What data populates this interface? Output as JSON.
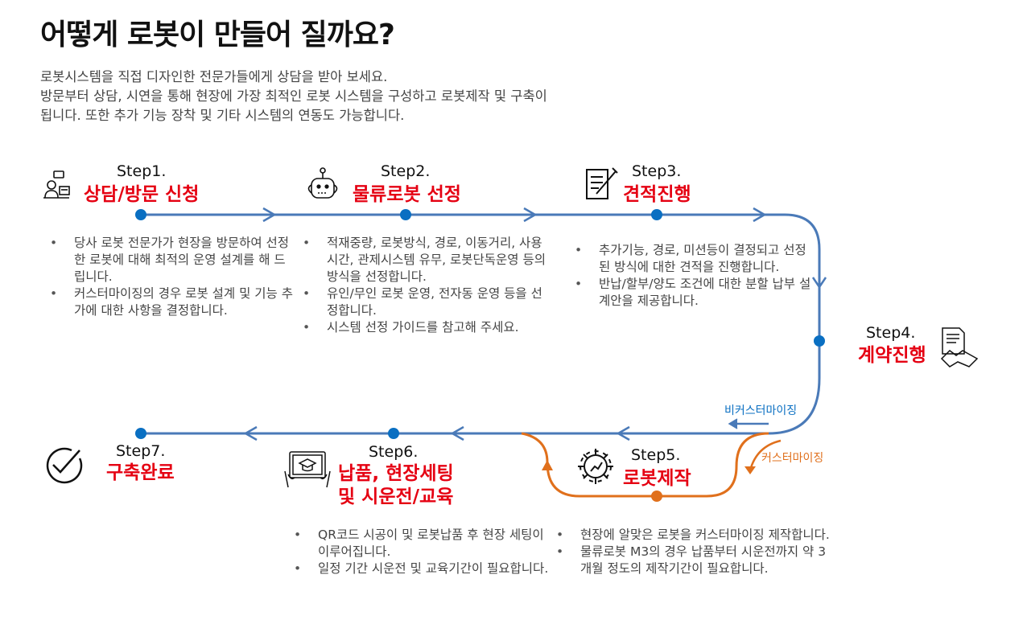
{
  "title": "어떻게 로봇이 만들어 질까요?",
  "intro": [
    "로봇시스템을 직접 디자인한 전문가들에게 상담을 받아 보세요.",
    "방문부터 상담, 시연을 통해 현장에 가장 최적인 로봇 시스템을 구성하고 로봇제작 및 구축이",
    "됩니다. 또한 추가 기능 장착 및 기타 시스템의 연동도 가능합니다."
  ],
  "colors": {
    "flow": "#4a7ab8",
    "node": "#0a6fc2",
    "custom": "#e0701c",
    "accent": "#e50012"
  },
  "steps": [
    {
      "label": "Step1.",
      "name": "상담/방문 신청",
      "icon": "consultation-icon",
      "bullets": [
        "당사 로봇 전문가가 현장을 방문하여 선정한 로봇에 대해 최적의 운영 설계를 해 드립니다.",
        "커스터마이징의 경우 로봇 설계 및 기능 추가에 대한 사항을 결정합니다."
      ]
    },
    {
      "label": "Step2.",
      "name": "물류로봇 선정",
      "icon": "robot-icon",
      "bullets": [
        "적재중량, 로봇방식, 경로, 이동거리, 사용시간, 관제시스템 유무, 로봇단독운영 등의 방식을 선정합니다.",
        "유인/무인 로봇 운영, 전자동 운영 등을 선정합니다.",
        "시스템 선정 가이드를 참고해 주세요."
      ]
    },
    {
      "label": "Step3.",
      "name": "견적진행",
      "icon": "quote-document-icon",
      "bullets": [
        "추가기능, 경로, 미션등이 결정되고 선정된 방식에 대한 견적을 진행합니다.",
        "반납/할부/양도 조건에 대한 분할 납부 설계안을 제공합니다."
      ]
    },
    {
      "label": "Step4.",
      "name": "계약진행",
      "icon": "contract-handshake-icon",
      "bullets": []
    },
    {
      "label": "Step5.",
      "name": "로봇제작",
      "icon": "gear-icon",
      "bullets": [
        "현장에 알맞은 로봇을 커스터마이징 제작합니다.",
        "물류로봇 M3의  경우 납품부터 시운전까지 약 3개월 정도의 제작기간이 필요합니다."
      ]
    },
    {
      "label": "Step6.",
      "name": "납품, 현장세팅",
      "name2": "및 시운전/교육",
      "icon": "training-screen-icon",
      "bullets": [
        "QR코드 시공이 및 로봇납품 후 현장 세팅이 이루어집니다.",
        "일정 기간 시운전 및 교육기간이 필요합니다."
      ]
    },
    {
      "label": "Step7.",
      "name": "구축완료",
      "icon": "check-icon",
      "bullets": []
    }
  ],
  "paths": {
    "non_custom": "비커스터마이징",
    "custom": "커스터마이징"
  }
}
